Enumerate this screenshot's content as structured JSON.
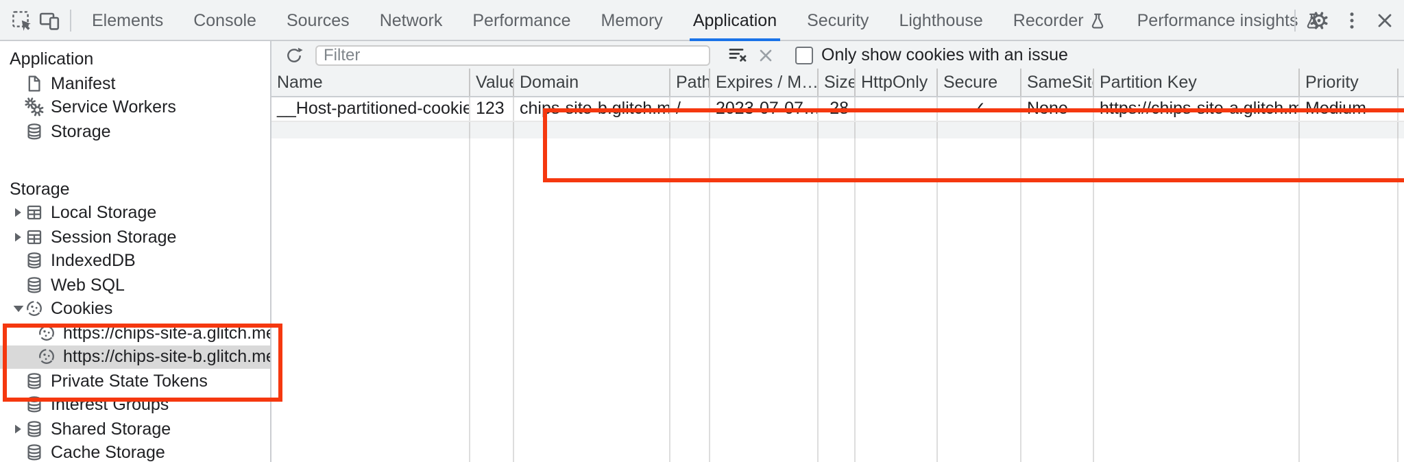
{
  "colors": {
    "accent_blue": "#1a73e8",
    "annotation_red": "#f5380f",
    "toolbar_bg": "#f1f3f4",
    "selected_item_bg": "#d9d9d9",
    "border_grey": "#cacdd1",
    "icon_grey": "#5f6368",
    "text_primary": "#202124"
  },
  "devtools_toolbar": {
    "left_icons": [
      {
        "name": "inspect-icon"
      },
      {
        "name": "device-toolbar-icon"
      }
    ],
    "tabs": [
      {
        "label": "Elements"
      },
      {
        "label": "Console"
      },
      {
        "label": "Sources"
      },
      {
        "label": "Network"
      },
      {
        "label": "Performance"
      },
      {
        "label": "Memory"
      },
      {
        "label": "Application",
        "selected": true
      },
      {
        "label": "Security"
      },
      {
        "label": "Lighthouse"
      },
      {
        "label": "Recorder",
        "flask": true
      },
      {
        "label": "Performance insights",
        "flask": true
      }
    ],
    "right_icons": [
      {
        "name": "settings-icon"
      },
      {
        "name": "more-icon"
      },
      {
        "name": "close-icon"
      }
    ]
  },
  "sidebar": {
    "sections": [
      {
        "title": "Application",
        "items": [
          {
            "label": "Manifest",
            "icon": "manifest-icon"
          },
          {
            "label": "Service Workers",
            "icon": "service-workers-icon"
          },
          {
            "label": "Storage",
            "icon": "database-icon"
          }
        ]
      },
      {
        "title": "Storage",
        "items": [
          {
            "label": "Local Storage",
            "icon": "table-icon",
            "arrow": "collapsed"
          },
          {
            "label": "Session Storage",
            "icon": "table-icon",
            "arrow": "collapsed"
          },
          {
            "label": "IndexedDB",
            "icon": "database-icon"
          },
          {
            "label": "Web SQL",
            "icon": "database-icon"
          },
          {
            "label": "Cookies",
            "icon": "cookie-icon",
            "arrow": "expanded"
          },
          {
            "label": "https://chips-site-a.glitch.me",
            "icon": "cookie-icon",
            "child": true
          },
          {
            "label": "https://chips-site-b.glitch.me",
            "icon": "cookie-icon",
            "child": true,
            "selected": true
          },
          {
            "label": "Private State Tokens",
            "icon": "database-icon"
          },
          {
            "label": "Interest Groups",
            "icon": "database-icon"
          },
          {
            "label": "Shared Storage",
            "icon": "database-icon",
            "arrow": "collapsed"
          },
          {
            "label": "Cache Storage",
            "icon": "database-icon"
          }
        ]
      }
    ]
  },
  "cookie_panel": {
    "refresh_icon": "refresh-icon",
    "filter": {
      "placeholder": "Filter",
      "value": ""
    },
    "clear_filter_icon": "clear-filter-icon",
    "dismiss_icon": "x-icon",
    "issues_checkbox": {
      "checked": false,
      "label": "Only show cookies with an issue"
    },
    "table": {
      "columns": [
        "Name",
        "Value",
        "Domain",
        "Path",
        "Expires / M…",
        "Size",
        "HttpOnly",
        "Secure",
        "SameSite",
        "Partition Key",
        "Priority"
      ],
      "rows": [
        {
          "cells": [
            "__Host-partitioned-cookie",
            "123",
            "chips-site-b.glitch.me",
            "/",
            "2023-07-07…",
            "28",
            "",
            "✓",
            "None",
            "https://chips-site-a.glitch.me",
            "Medium"
          ]
        }
      ]
    }
  }
}
